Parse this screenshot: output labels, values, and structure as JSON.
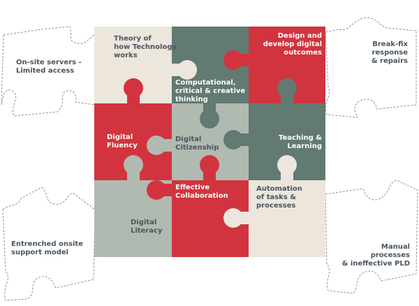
{
  "colors": {
    "red": "#d1343e",
    "slate": "#627a72",
    "sage": "#b1bab0",
    "cream": "#ece6dd",
    "outline": "#8a939a",
    "text_dark": "#4a5560"
  },
  "pieces": [
    {
      "id": "theory",
      "label": "Theory of\nhow Technology\nworks",
      "color": "cream"
    },
    {
      "id": "computational",
      "label": "Computational,\ncritical & creative\nthinking",
      "color": "slate"
    },
    {
      "id": "design",
      "label": "Design and\ndevelop digital\noutcomes",
      "color": "red"
    },
    {
      "id": "fluency",
      "label": "Digital\nFluency",
      "color": "red"
    },
    {
      "id": "citizenship",
      "label": "Digital\nCitizenship",
      "color": "sage"
    },
    {
      "id": "teaching",
      "label": "Teaching &\nLearning",
      "color": "slate"
    },
    {
      "id": "literacy",
      "label": "Digital\nLiteracy",
      "color": "sage"
    },
    {
      "id": "collaboration",
      "label": "Effective\nCollaboration",
      "color": "red"
    },
    {
      "id": "automation",
      "label": "Automation\nof tasks &\nprocesses",
      "color": "cream"
    }
  ],
  "outer_pieces": [
    {
      "id": "servers",
      "label": "On-site servers -\nLimited access"
    },
    {
      "id": "breakfix",
      "label": "Break-fix\nresponse\n& repairs"
    },
    {
      "id": "support",
      "label": "Entrenched onsite\nsupport model"
    },
    {
      "id": "manual",
      "label": "Manual processes\n& ineffective PLD"
    }
  ]
}
